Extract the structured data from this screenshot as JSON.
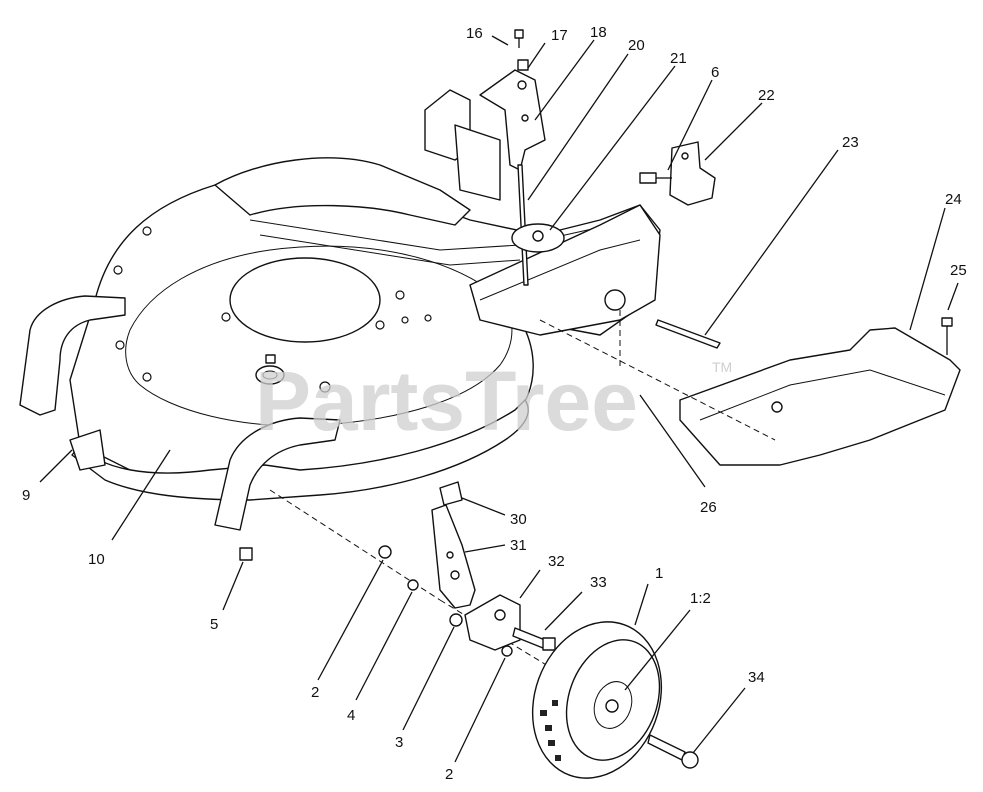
{
  "watermark": {
    "text": "PartsTree",
    "tm": "TM"
  },
  "callouts": {
    "c16": "16",
    "c17": "17",
    "c18": "18",
    "c20": "20",
    "c21": "21",
    "c6": "6",
    "c22": "22",
    "c23": "23",
    "c24": "24",
    "c25": "25",
    "c9": "9",
    "c10": "10",
    "c26": "26",
    "c30": "30",
    "c31": "31",
    "c32": "32",
    "c33": "33",
    "c1": "1",
    "c1_2": "1:2",
    "c5": "5",
    "c2a": "2",
    "c4": "4",
    "c3": "3",
    "c2b": "2",
    "c34": "34"
  }
}
